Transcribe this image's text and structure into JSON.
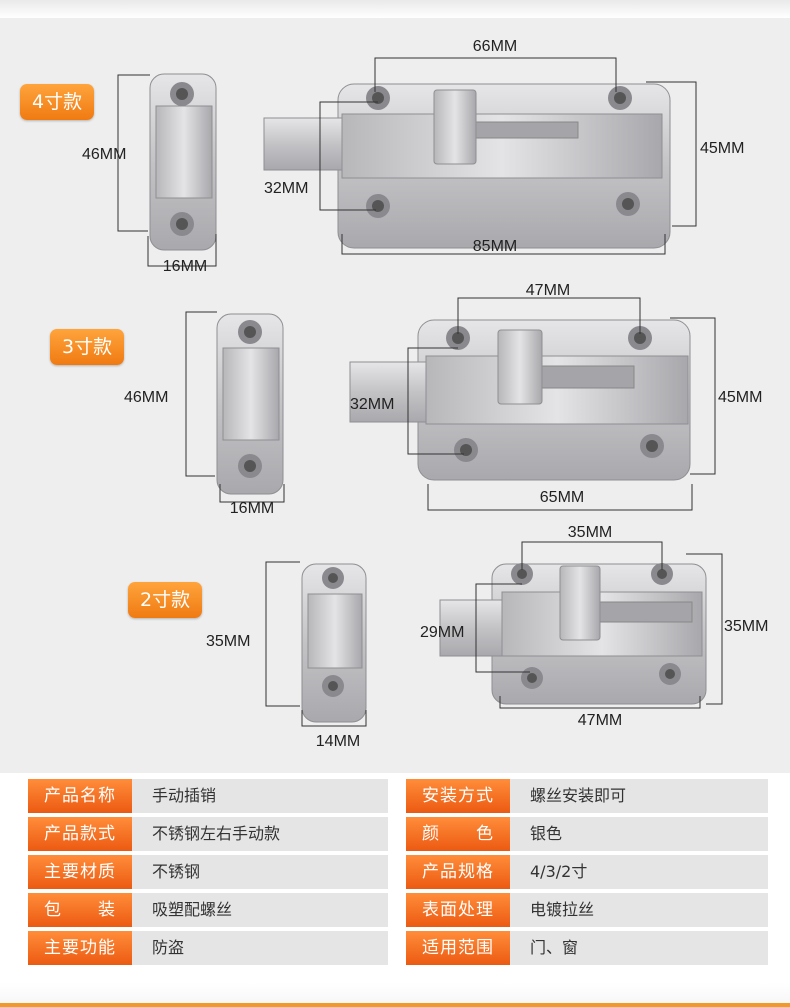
{
  "products": [
    {
      "badge": "4寸款",
      "dims": {
        "catch_height": "46MM",
        "catch_width": "16MM",
        "hole_span": "66MM",
        "bolt_height": "32MM",
        "plate_height": "45MM",
        "length": "85MM"
      }
    },
    {
      "badge": "3寸款",
      "dims": {
        "catch_height": "46MM",
        "catch_width": "16MM",
        "hole_span": "47MM",
        "bolt_height": "32MM",
        "plate_height": "45MM",
        "length": "65MM"
      }
    },
    {
      "badge": "2寸款",
      "dims": {
        "catch_height": "35MM",
        "catch_width": "14MM",
        "hole_span": "35MM",
        "bolt_height": "29MM",
        "plate_height": "35MM",
        "length": "47MM"
      }
    }
  ],
  "specs": {
    "left": [
      {
        "key": "产品名称",
        "value": "手动插销"
      },
      {
        "key": "产品款式",
        "value": "不锈钢左右手动款"
      },
      {
        "key": "主要材质",
        "value": "不锈钢"
      },
      {
        "key": "包　　装",
        "value": "吸塑配螺丝"
      },
      {
        "key": "主要功能",
        "value": "防盗"
      }
    ],
    "right": [
      {
        "key": "安装方式",
        "value": "螺丝安装即可"
      },
      {
        "key": "颜　　色",
        "value": "银色"
      },
      {
        "key": "产品规格",
        "value": "4/3/2寸"
      },
      {
        "key": "表面处理",
        "value": "电镀拉丝"
      },
      {
        "key": "适用范围",
        "value": "门、窗"
      }
    ]
  },
  "colors": {
    "badge": "#f58a1f",
    "spec_key": "#ee6a1c",
    "spec_bg": "#e5e5e5",
    "steel": "#c9c9cb",
    "bottom_line": "#f19a2c"
  }
}
